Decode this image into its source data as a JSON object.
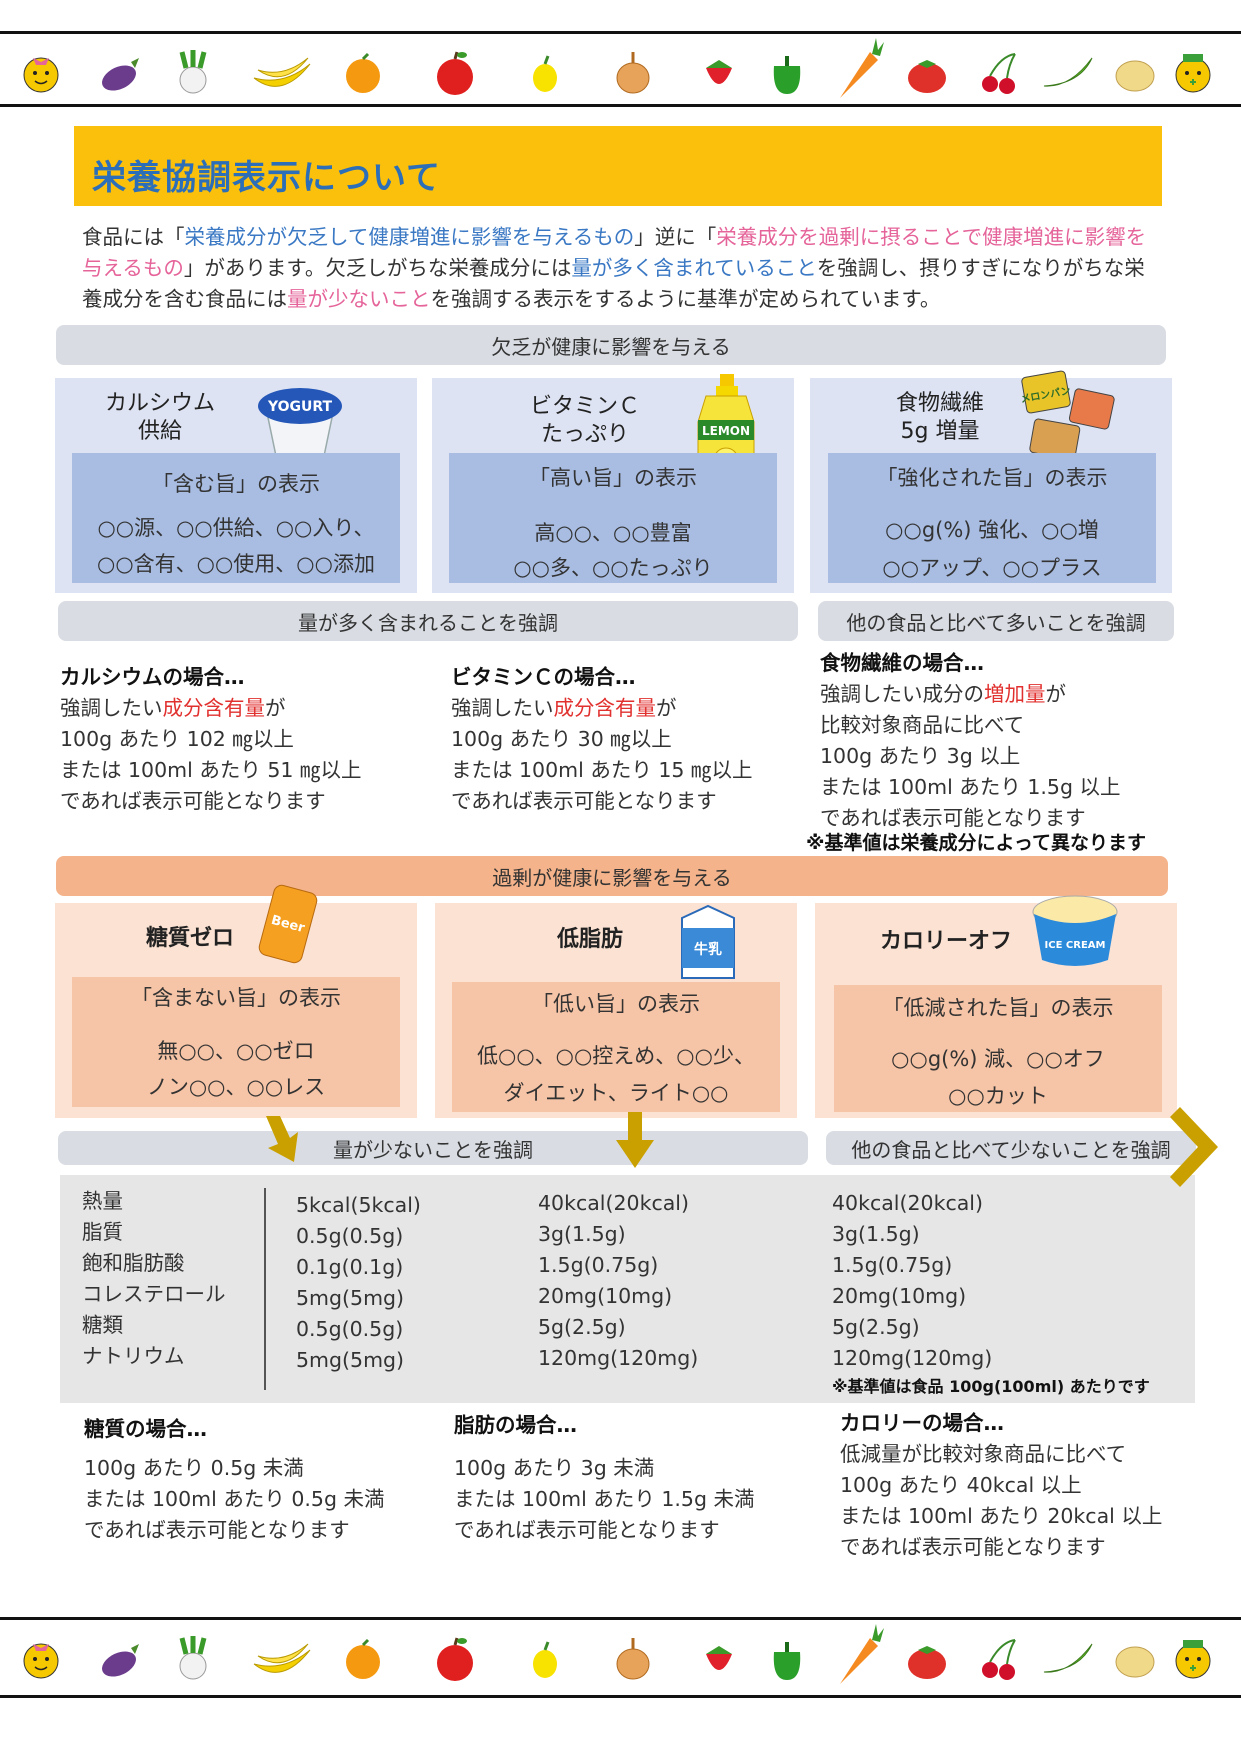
{
  "title": "栄養協調表示について",
  "intro": {
    "p1": "食品には「",
    "h1": "栄養成分が欠乏して健康増進に影響を与えるもの",
    "p2": "」逆に「",
    "h2": "栄養成分を過剰に摂ることで健康増進に影響を与えるもの",
    "p3": "」があります。欠乏しがちな栄養成分には",
    "h3": "量が多く含まれていること",
    "p4": "を強調し、摂りすぎになりがちな栄養成分を含む食品には",
    "h4": "量が少ないこと",
    "p5": "を強調する表示をするように基準が定められています。"
  },
  "deficiency": {
    "header": "欠乏が健康に影響を与える",
    "panels": [
      {
        "title1": "カルシウム",
        "title2": "供給",
        "icon": "yogurt-icon",
        "icon_text": "YOGURT",
        "box_title": "「含む旨」の表示",
        "line1": "○○源、○○供給、○○入り、",
        "line2": "○○含有、○○使用、○○添加"
      },
      {
        "title1": "ビタミンＣ",
        "title2": "たっぷり",
        "icon": "lemon-juice-icon",
        "icon_text": "LEMON",
        "box_title": "「高い旨」の表示",
        "line1": "高○○、○○豊富",
        "line2": "○○多、○○たっぷり"
      },
      {
        "title1": "食物繊維",
        "title2": "5g 増量",
        "icon": "bread-icon",
        "icon_text": "メロンパン",
        "box_title": "「強化された旨」の表示",
        "line1": "○○g(%) 強化、○○増",
        "line2": "○○アップ、○○プラス"
      }
    ],
    "emph1": "量が多く含まれることを強調",
    "emph2": "他の食品と比べて多いことを強調",
    "examples": [
      {
        "head": "カルシウムの場合…",
        "l1a": "強調したい",
        "l1b": "成分含有量",
        "l1c": "が",
        "l2": "100g あたり 102 ㎎以上",
        "l3": "または 100ml あたり 51 ㎎以上",
        "l4": "であれば表示可能となります"
      },
      {
        "head": "ビタミンＣの場合…",
        "l1a": "強調したい",
        "l1b": "成分含有量",
        "l1c": "が",
        "l2": "100g あたり 30 ㎎以上",
        "l3": "または 100ml あたり 15 ㎎以上",
        "l4": "であれば表示可能となります"
      },
      {
        "head": "食物繊維の場合…",
        "l1a": "強調したい成分の",
        "l1b": "増加量",
        "l1c": "が",
        "l2": "比較対象商品に比べて",
        "l3": "100g あたり 3g 以上",
        "l4": "または 100ml あたり 1.5g 以上",
        "l5": "であれば表示可能となります"
      }
    ],
    "note": "※基準値は栄養成分によって異なります"
  },
  "excess": {
    "header": "過剰が健康に影響を与える",
    "panels": [
      {
        "title": "糖質ゼロ",
        "icon": "beer-can-icon",
        "icon_text": "Beer",
        "box_title": "「含まない旨」の表示",
        "line1": "無○○、○○ゼロ",
        "line2": "ノン○○、○○レス"
      },
      {
        "title": "低脂肪",
        "icon": "milk-carton-icon",
        "icon_text": "牛乳",
        "box_title": "「低い旨」の表示",
        "line1": "低○○、○○控えめ、○○少、",
        "line2": "ダイエット、ライト○○"
      },
      {
        "title": "カロリーオフ",
        "icon": "ice-cream-icon",
        "icon_text": "ICE CREAM",
        "box_title": "「低減された旨」の表示",
        "line1": "○○g(%) 減、○○オフ",
        "line2": "○○カット"
      }
    ],
    "emph1": "量が少ないことを強調",
    "emph2": "他の食品と比べて少ないことを強調",
    "table": {
      "labels": [
        "熱量",
        "脂質",
        "飽和脂肪酸",
        "コレステロール",
        "糖類",
        "ナトリウム"
      ],
      "col1": [
        "5kcal(5kcal)",
        "0.5g(0.5g)",
        "0.1g(0.1g)",
        "5mg(5mg)",
        "0.5g(0.5g)",
        "5mg(5mg)"
      ],
      "col2": [
        "40kcal(20kcal)",
        "3g(1.5g)",
        "1.5g(0.75g)",
        "20mg(10mg)",
        "5g(2.5g)",
        "120mg(120mg)"
      ],
      "col3": [
        "40kcal(20kcal)",
        "3g(1.5g)",
        "1.5g(0.75g)",
        "20mg(10mg)",
        "5g(2.5g)",
        "120mg(120mg)"
      ],
      "note": "※基準値は食品 100g(100ml) あたりです"
    },
    "examples": [
      {
        "head": "糖質の場合…",
        "l1": "100g あたり 0.5g 未満",
        "l2": "または 100ml あたり 0.5g 未満",
        "l3": "であれば表示可能となります"
      },
      {
        "head": "脂肪の場合…",
        "l1": "100g あたり 3g 未満",
        "l2": "または 100ml あたり 1.5g 未満",
        "l3": "であれば表示可能となります"
      },
      {
        "head": "カロリーの場合…",
        "l1": "低減量が比較対象商品に比べて",
        "l2": "100g あたり 40kcal 以上",
        "l3": "または 100ml あたり 20kcal 以上",
        "l4": "であれば表示可能となります"
      }
    ]
  },
  "colors": {
    "title_bar": "#fbc00b",
    "title_text": "#2c6fb8",
    "blue_panel": "#dde3f2",
    "peach_panel": "#fbe2d3",
    "highlight_blue": "#3a78c4",
    "highlight_pink": "#e5649a",
    "arrow": "#c9a000"
  },
  "border_icons": [
    "mascot-girl-icon",
    "eggplant-icon",
    "turnip-icon",
    "banana-icon",
    "orange-icon",
    "apple-icon",
    "lemon-icon",
    "onion-icon",
    "strawberry-icon",
    "green-pepper-icon",
    "carrot-icon",
    "tomato-icon",
    "cherry-icon",
    "pea-pod-icon",
    "potato-icon",
    "mascot-nurse-icon"
  ]
}
